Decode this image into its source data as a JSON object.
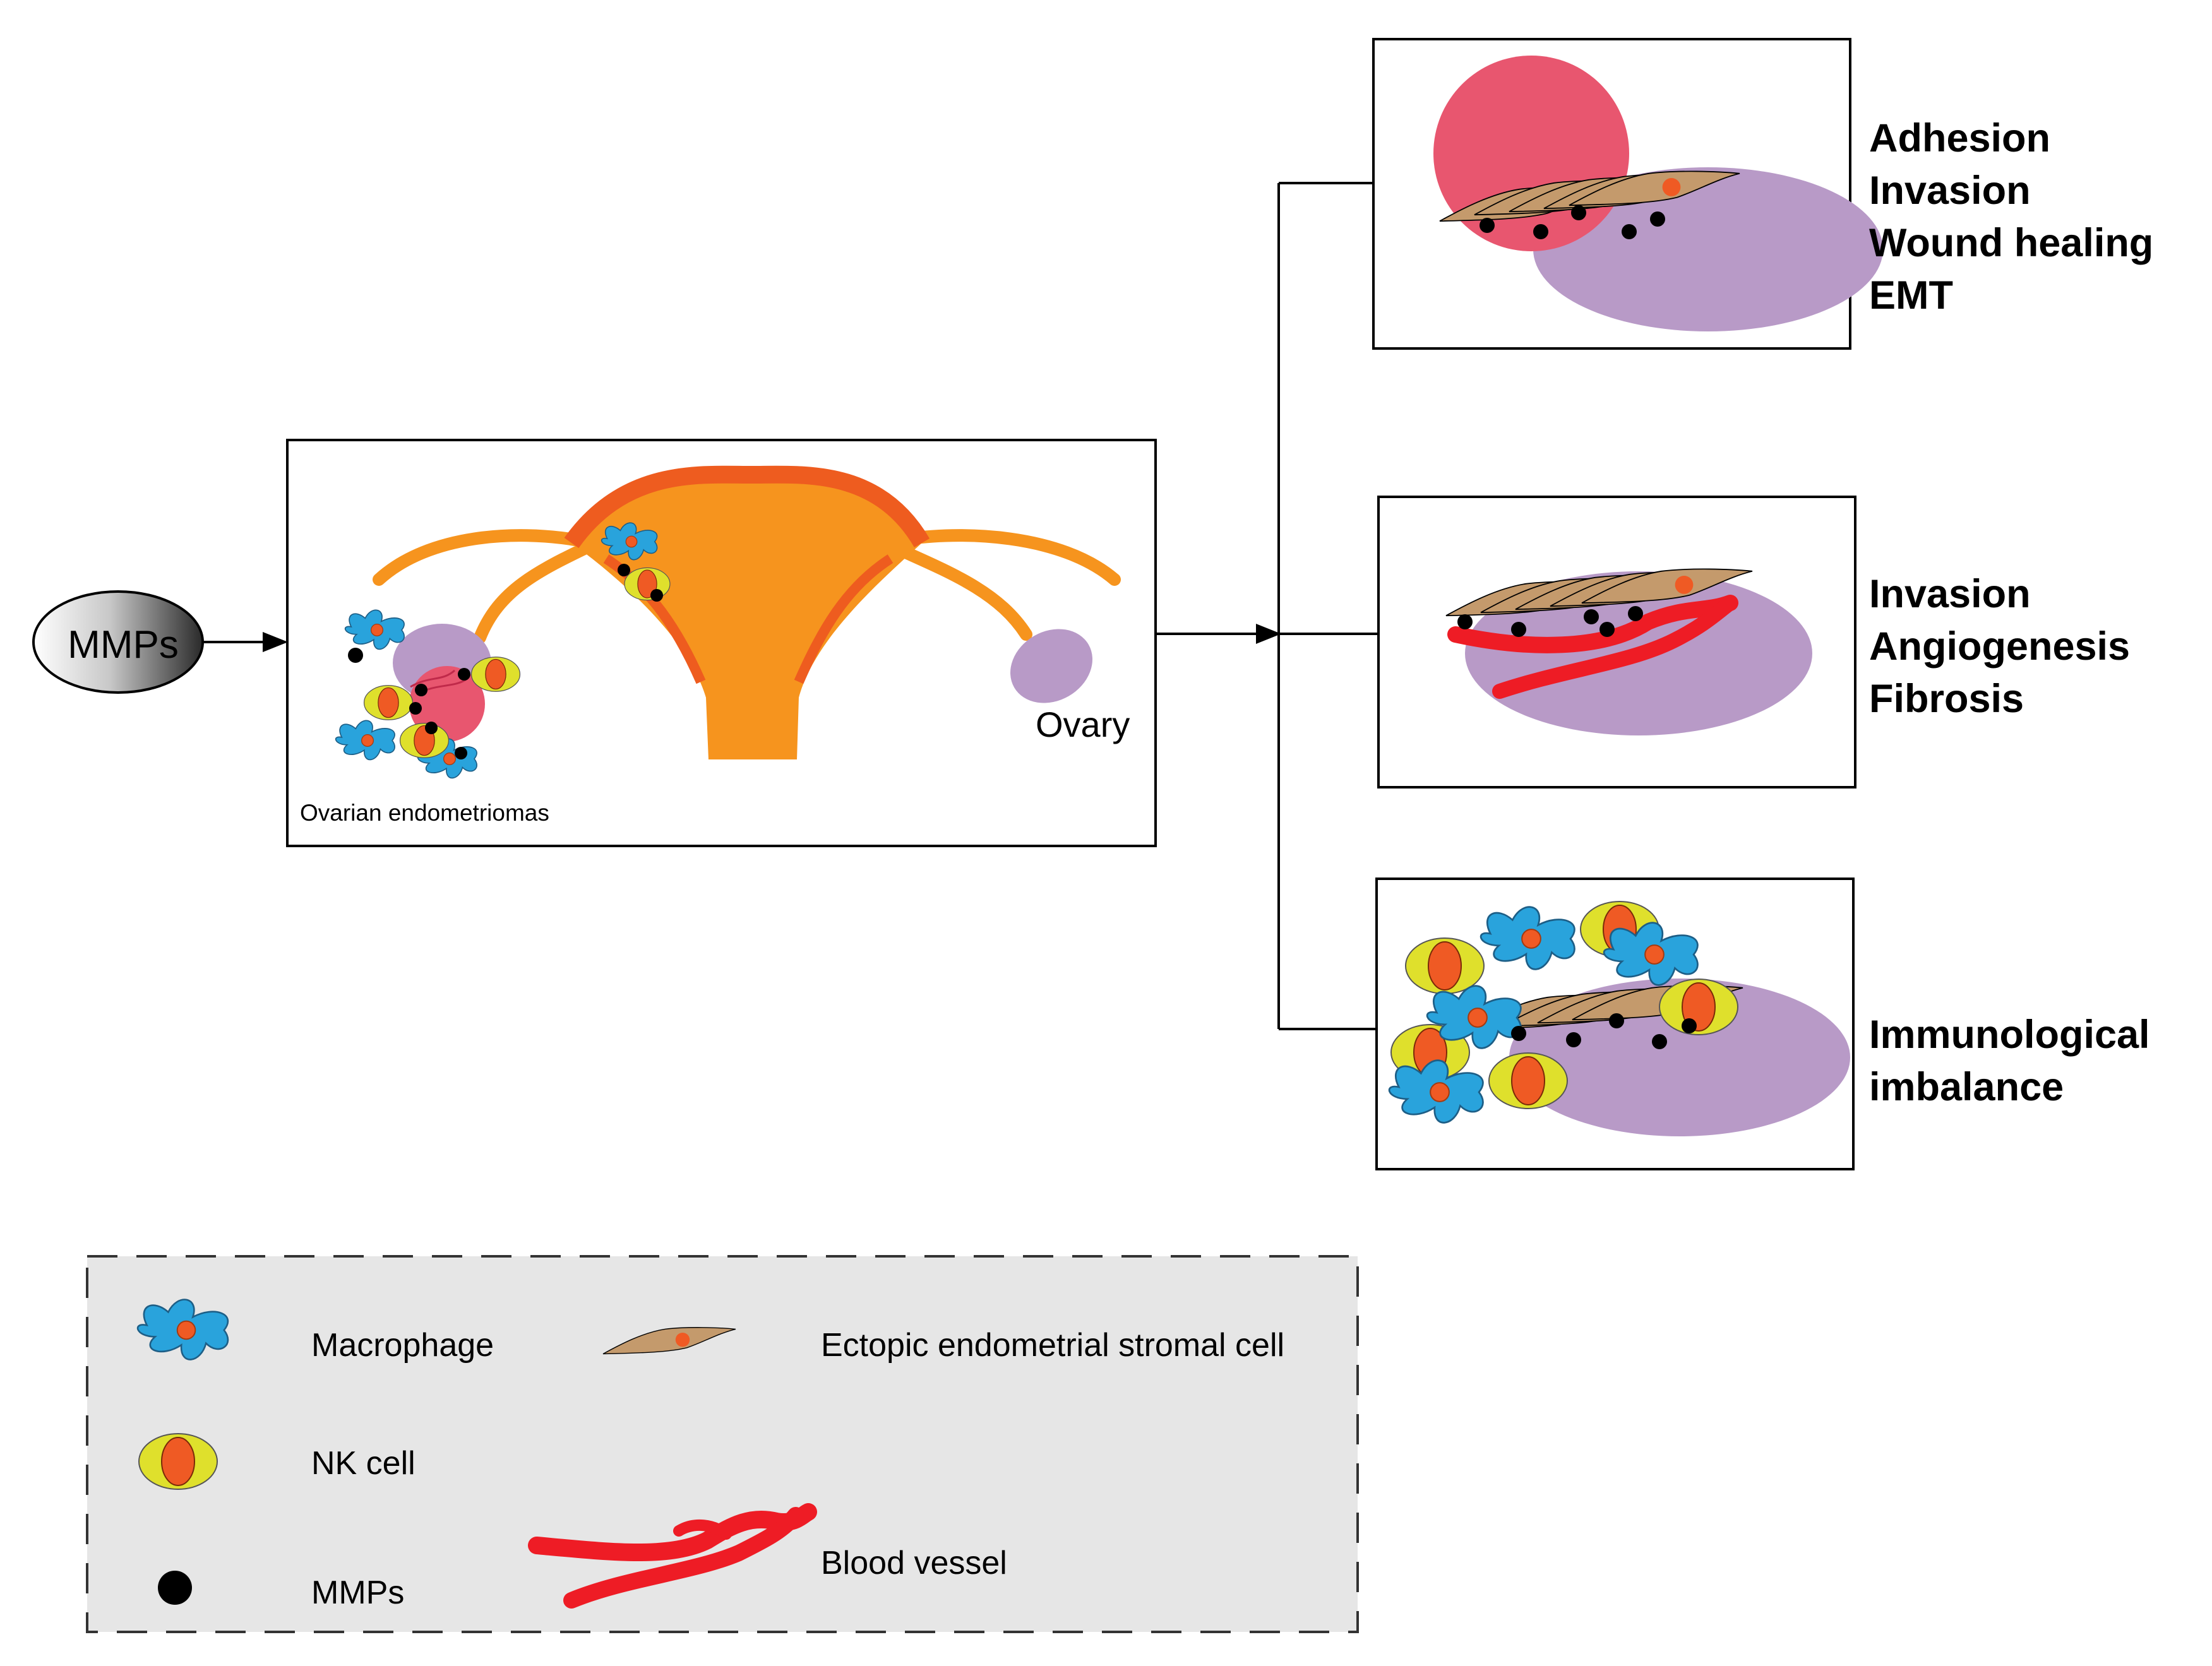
{
  "source_label": "MMPs",
  "main_panel": {
    "caption": "Ovarian endometriomas",
    "ovary_label": "Ovary"
  },
  "outcomes": [
    {
      "lines": [
        "Adhesion",
        "Invasion",
        "Wound healing",
        "EMT"
      ]
    },
    {
      "lines": [
        "Invasion",
        "Angiogenesis",
        "Fibrosis"
      ]
    },
    {
      "lines": [
        "Immunological",
        "imbalance"
      ]
    }
  ],
  "legend": {
    "macrophage": "Macrophage",
    "nk_cell": "NK cell",
    "mmps": "MMPs",
    "stromal_cell": "Ectopic endometrial stromal cell",
    "blood_vessel": "Blood vessel"
  },
  "colors": {
    "macrophage": "#29a3dc",
    "nucleus": "#ef5a24",
    "nk_cell": "#dfe02c",
    "stromal_cell": "#c49a6c",
    "ovary": "#b89ac7",
    "lesion": "#e8566f",
    "uterus": "#f6941e",
    "uterus_dark": "#ee5c1f",
    "vessel": "#ee1c25",
    "legend_bg": "#e6e6e6"
  },
  "icons": {
    "macrophage": "macrophage-icon",
    "nk_cell": "nk-cell-icon",
    "mmp": "mmp-dot-icon",
    "stromal_cell": "stromal-cell-icon",
    "blood_vessel": "blood-vessel-icon"
  }
}
